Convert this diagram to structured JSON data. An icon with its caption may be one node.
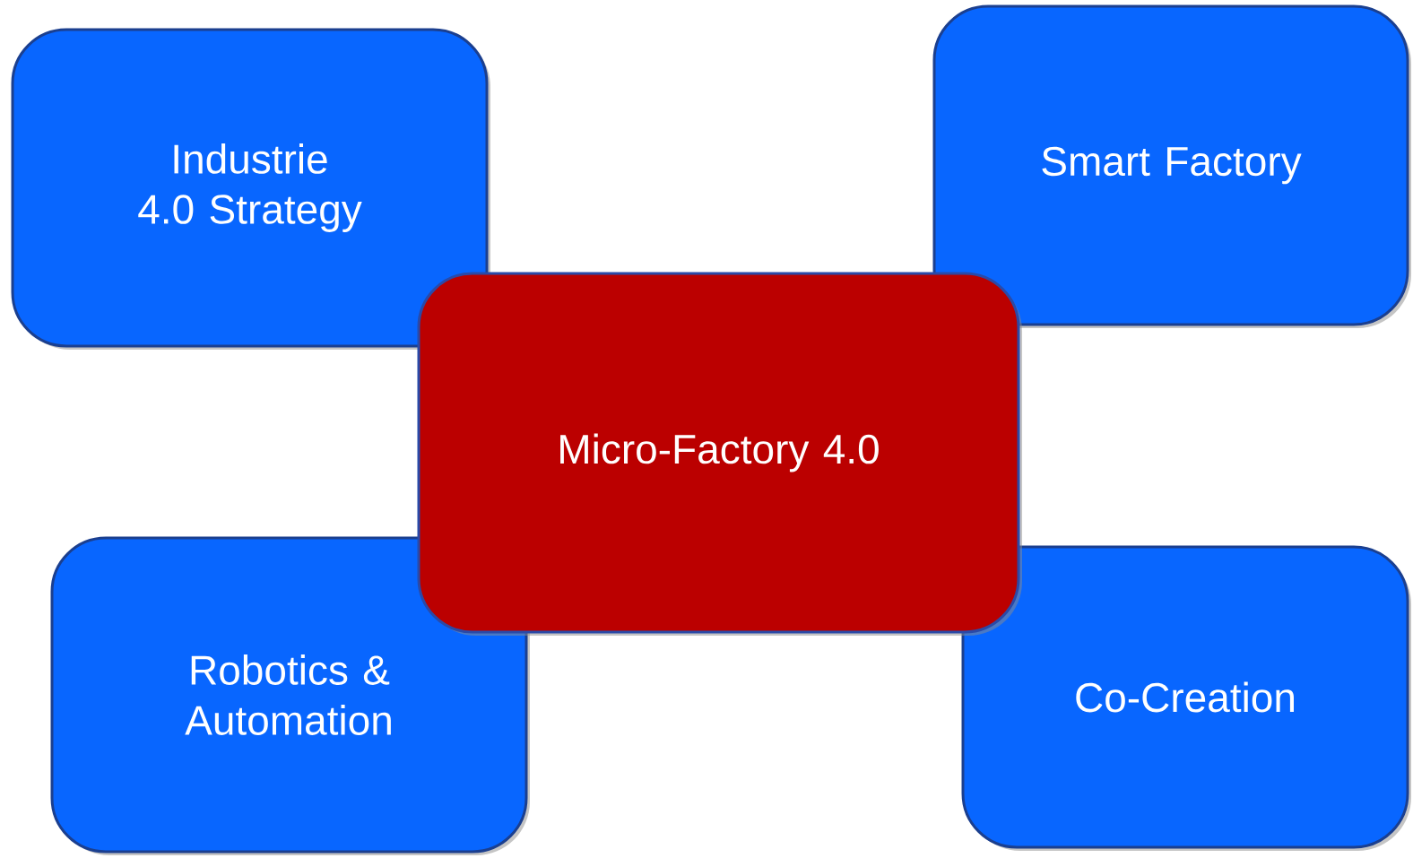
{
  "diagram": {
    "nodes": [
      {
        "text": [
          "Industrie 4.0 Strategy"
        ]
      },
      {
        "text": [
          "Smart Factory"
        ]
      },
      {
        "text": [
          "Micro-Factory 4.0"
        ]
      },
      {
        "text": [
          "Robotics & Automation"
        ]
      },
      {
        "text": [
          "Co-Creation"
        ]
      }
    ]
  }
}
